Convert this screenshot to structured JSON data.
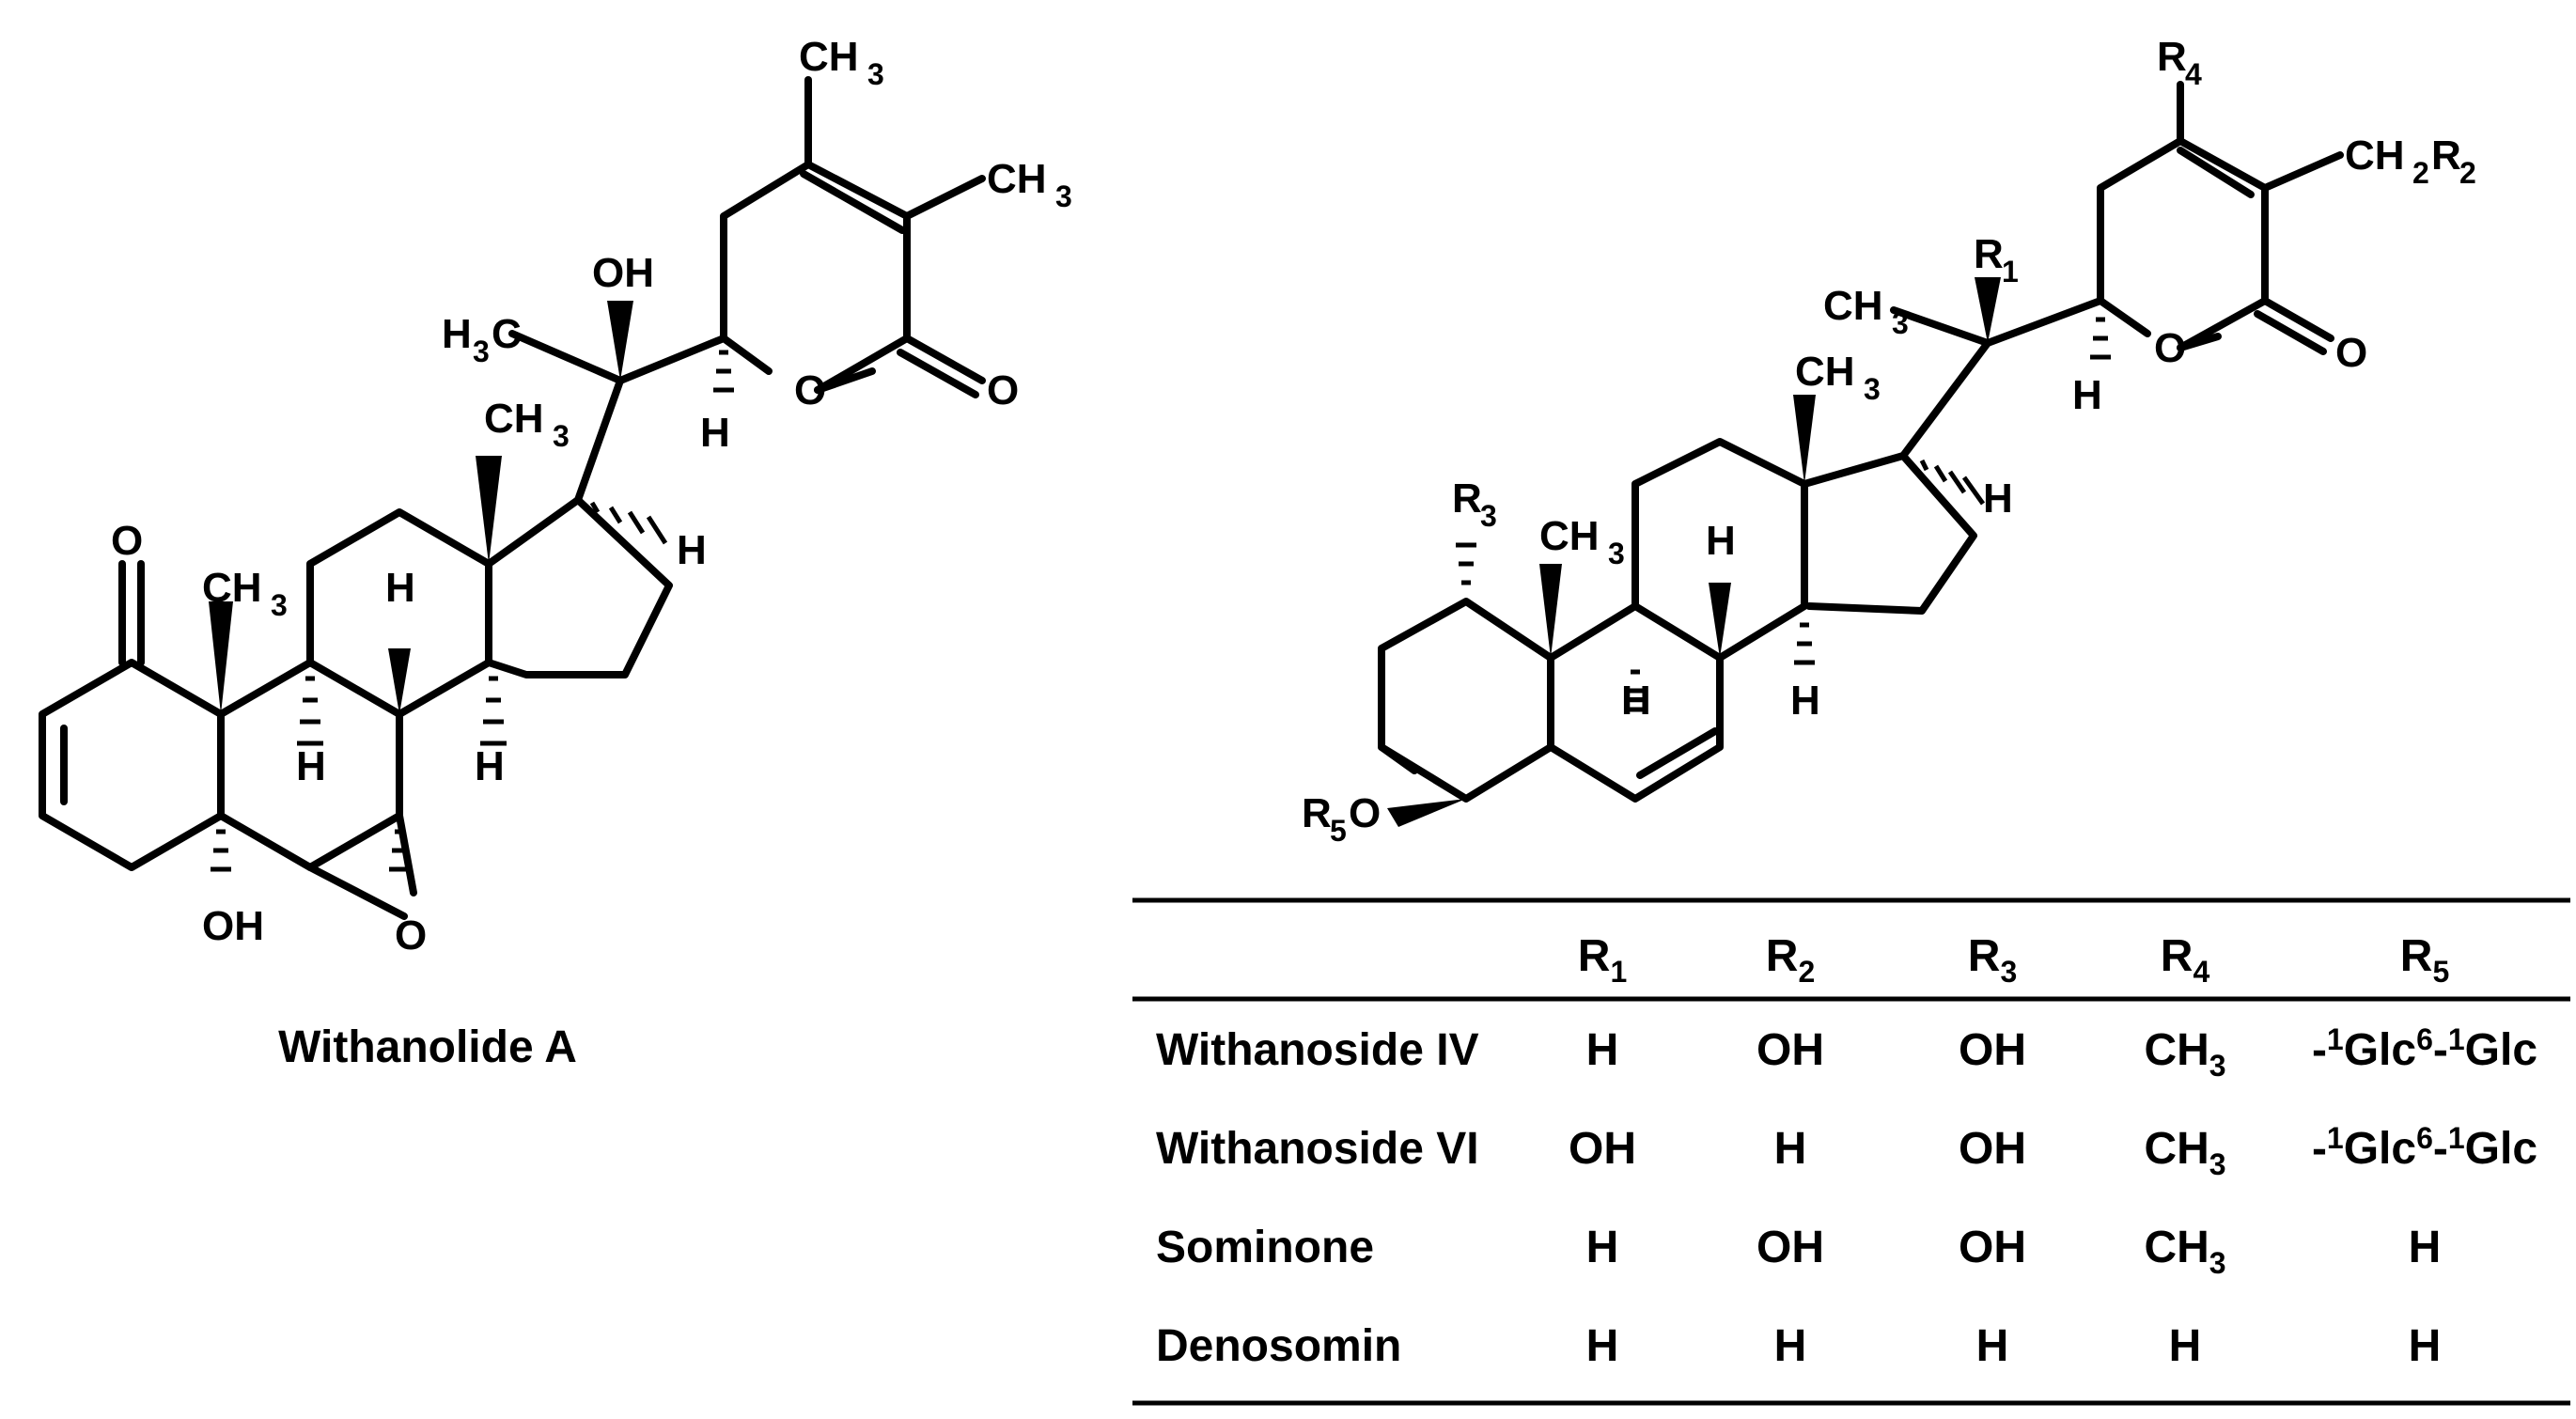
{
  "molecule_a": {
    "name": "Withanolide A",
    "atom_labels": {
      "ch3": "CH",
      "h3c": "H",
      "sub3": "3",
      "oh": "OH",
      "o": "O",
      "h": "H",
      "c": "C"
    }
  },
  "molecule_b": {
    "atom_labels": {
      "r": "R",
      "ch2": "CH",
      "sub2": "2",
      "ch3": "CH",
      "sub3": "3",
      "h": "H",
      "o": "O",
      "r1": "1",
      "r2": "2",
      "r3": "3",
      "r4": "4",
      "r5": "5"
    }
  },
  "table": {
    "headers": [
      {
        "base": "R",
        "sub": "1"
      },
      {
        "base": "R",
        "sub": "2"
      },
      {
        "base": "R",
        "sub": "3"
      },
      {
        "base": "R",
        "sub": "4"
      },
      {
        "base": "R",
        "sub": "5"
      }
    ],
    "rows": [
      {
        "name": "Withanoside IV",
        "r1": "H",
        "r2": "OH",
        "r3": "OH",
        "r4": "CH",
        "r4_sub": "3",
        "r5": {
          "a": "-",
          "s1": "1",
          "b": "Glc",
          "s2": "6",
          "c": "-",
          "s3": "1",
          "d": "Glc"
        }
      },
      {
        "name": "Withanoside VI",
        "r1": "OH",
        "r2": "H",
        "r3": "OH",
        "r4": "CH",
        "r4_sub": "3",
        "r5": {
          "a": "-",
          "s1": "1",
          "b": "Glc",
          "s2": "6",
          "c": "-",
          "s3": "1",
          "d": "Glc"
        }
      },
      {
        "name": "Sominone",
        "r1": "H",
        "r2": "OH",
        "r3": "OH",
        "r4": "CH",
        "r4_sub": "3",
        "r5_text": "H"
      },
      {
        "name": "Denosomin",
        "r1": "H",
        "r2": "H",
        "r3": "H",
        "r4": "H",
        "r4_sub": "",
        "r5_text": "H"
      }
    ]
  }
}
